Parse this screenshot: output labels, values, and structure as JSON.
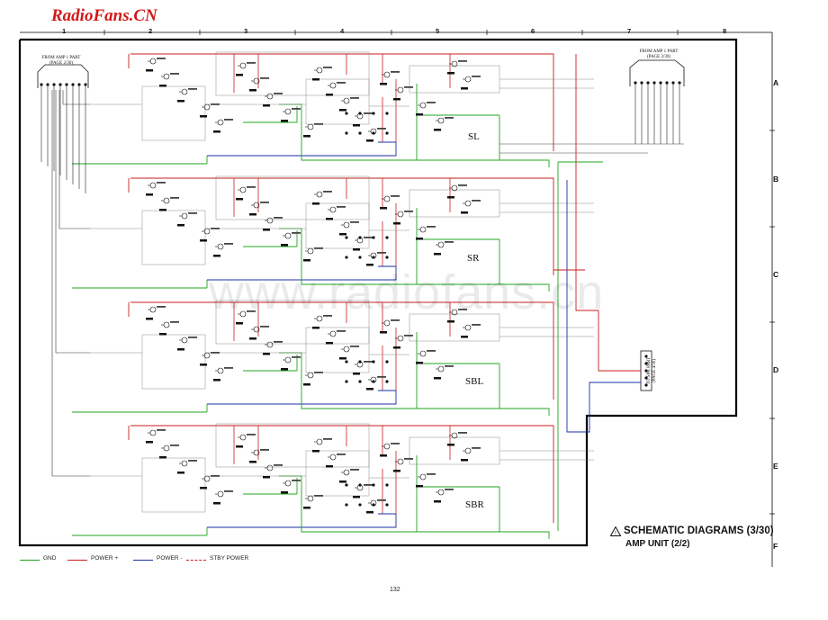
{
  "watermark_logo": "RadioFans.CN",
  "watermark_url": "www.radiofans.cn",
  "title": "SCHEMATIC DIAGRAMS (3/30)",
  "subtitle": "AMP UNIT (2/2)",
  "page_number": "132",
  "columns": [
    "1",
    "2",
    "3",
    "4",
    "5",
    "6",
    "7",
    "8"
  ],
  "rows": [
    "A",
    "B",
    "C",
    "D",
    "E",
    "F"
  ],
  "channels": [
    "SL",
    "SR",
    "SBL",
    "SBR"
  ],
  "connectors": {
    "left": [
      "FROM AMP 1 PART",
      "(PAGE 2/30)"
    ],
    "right": [
      "FROM AMP 1 PART",
      "(PAGE 2/30)"
    ],
    "speaker": [
      "TO SPK PART",
      "(PAGE 4/30)"
    ]
  },
  "legend": [
    {
      "label": "GND",
      "color": "#1fa41f",
      "style": "solid"
    },
    {
      "label": "POWER +",
      "color": "#c81e1e",
      "style": "solid"
    },
    {
      "label": "POWER -",
      "color": "#1a2fa8",
      "style": "solid"
    },
    {
      "label": "STBY POWER",
      "color": "#c81e1e",
      "style": "dashed"
    }
  ],
  "colors": {
    "gnd": "#1fa41f",
    "power_plus": "#c81e1e",
    "power_minus": "#1a2fa8",
    "frame": "#000000"
  }
}
